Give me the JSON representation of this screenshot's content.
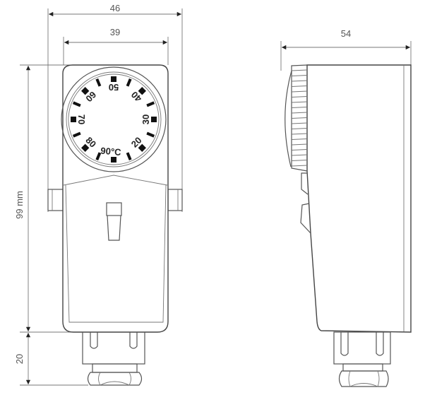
{
  "dimensions": {
    "overall_width": "46",
    "body_width": "39",
    "height": "99 mm",
    "fitting_height": "20",
    "depth": "54"
  },
  "dial": {
    "labels": [
      {
        "text": "50",
        "angle": 0
      },
      {
        "text": "40",
        "angle": 45
      },
      {
        "text": "30",
        "angle": 90
      },
      {
        "text": "20",
        "angle": 135
      },
      {
        "text": "90°C",
        "angle": 185
      },
      {
        "text": "80",
        "angle": 225
      },
      {
        "text": "70",
        "angle": 270
      },
      {
        "text": "60",
        "angle": 315
      }
    ],
    "tick_count": 16
  }
}
